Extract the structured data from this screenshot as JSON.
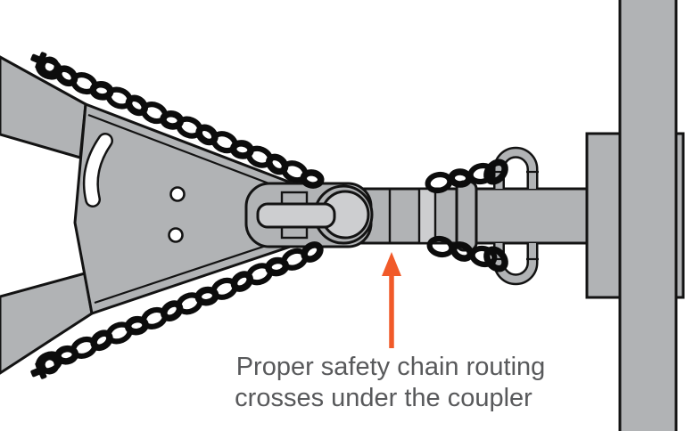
{
  "illustration": {
    "caption": {
      "line1": "Proper safety chain routing",
      "line2": "crosses under the coupler",
      "color": "#58595b"
    },
    "arrow": {
      "direction": "up",
      "color": "#f15a29"
    },
    "colors": {
      "body_gray": "#b1b3b5",
      "light_gray": "#cdced0",
      "outline": "#131313",
      "chain_black": "#0c0c0c",
      "background": "#ffffff"
    },
    "parts": [
      "trailer-frame-rail-upper",
      "trailer-frame-rail-lower",
      "a-frame-tongue-plate",
      "coupler",
      "coupler-latch-handle",
      "drawbar",
      "collar",
      "safety-chain-loop-top",
      "safety-chain-loop-bottom",
      "receiver-bracket",
      "vehicle-frame-column",
      "safety-chain-upper",
      "safety-chain-lower"
    ]
  }
}
